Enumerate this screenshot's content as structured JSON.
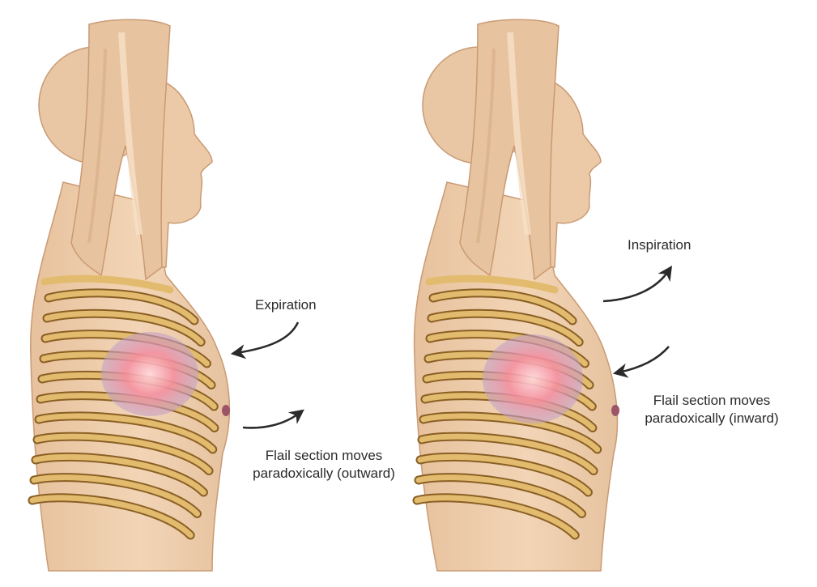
{
  "colors": {
    "skin": "#efcfae",
    "skin_shadow": "#dcb38e",
    "skin_highlight": "#f8e3cc",
    "rib": "#e2bb6e",
    "rib_edge": "#8a5f25",
    "injury": "#f08a9a",
    "injury_glow": "#b7a3d2",
    "arrow": "#2a2a2a"
  },
  "panels": [
    {
      "phase_label": "Expiration",
      "flail_label_line1": "Flail section moves",
      "flail_label_line2": "paradoxically (outward)"
    },
    {
      "phase_label": "Inspiration",
      "flail_label_line1": "Flail section moves",
      "flail_label_line2": "paradoxically (inward)"
    }
  ]
}
